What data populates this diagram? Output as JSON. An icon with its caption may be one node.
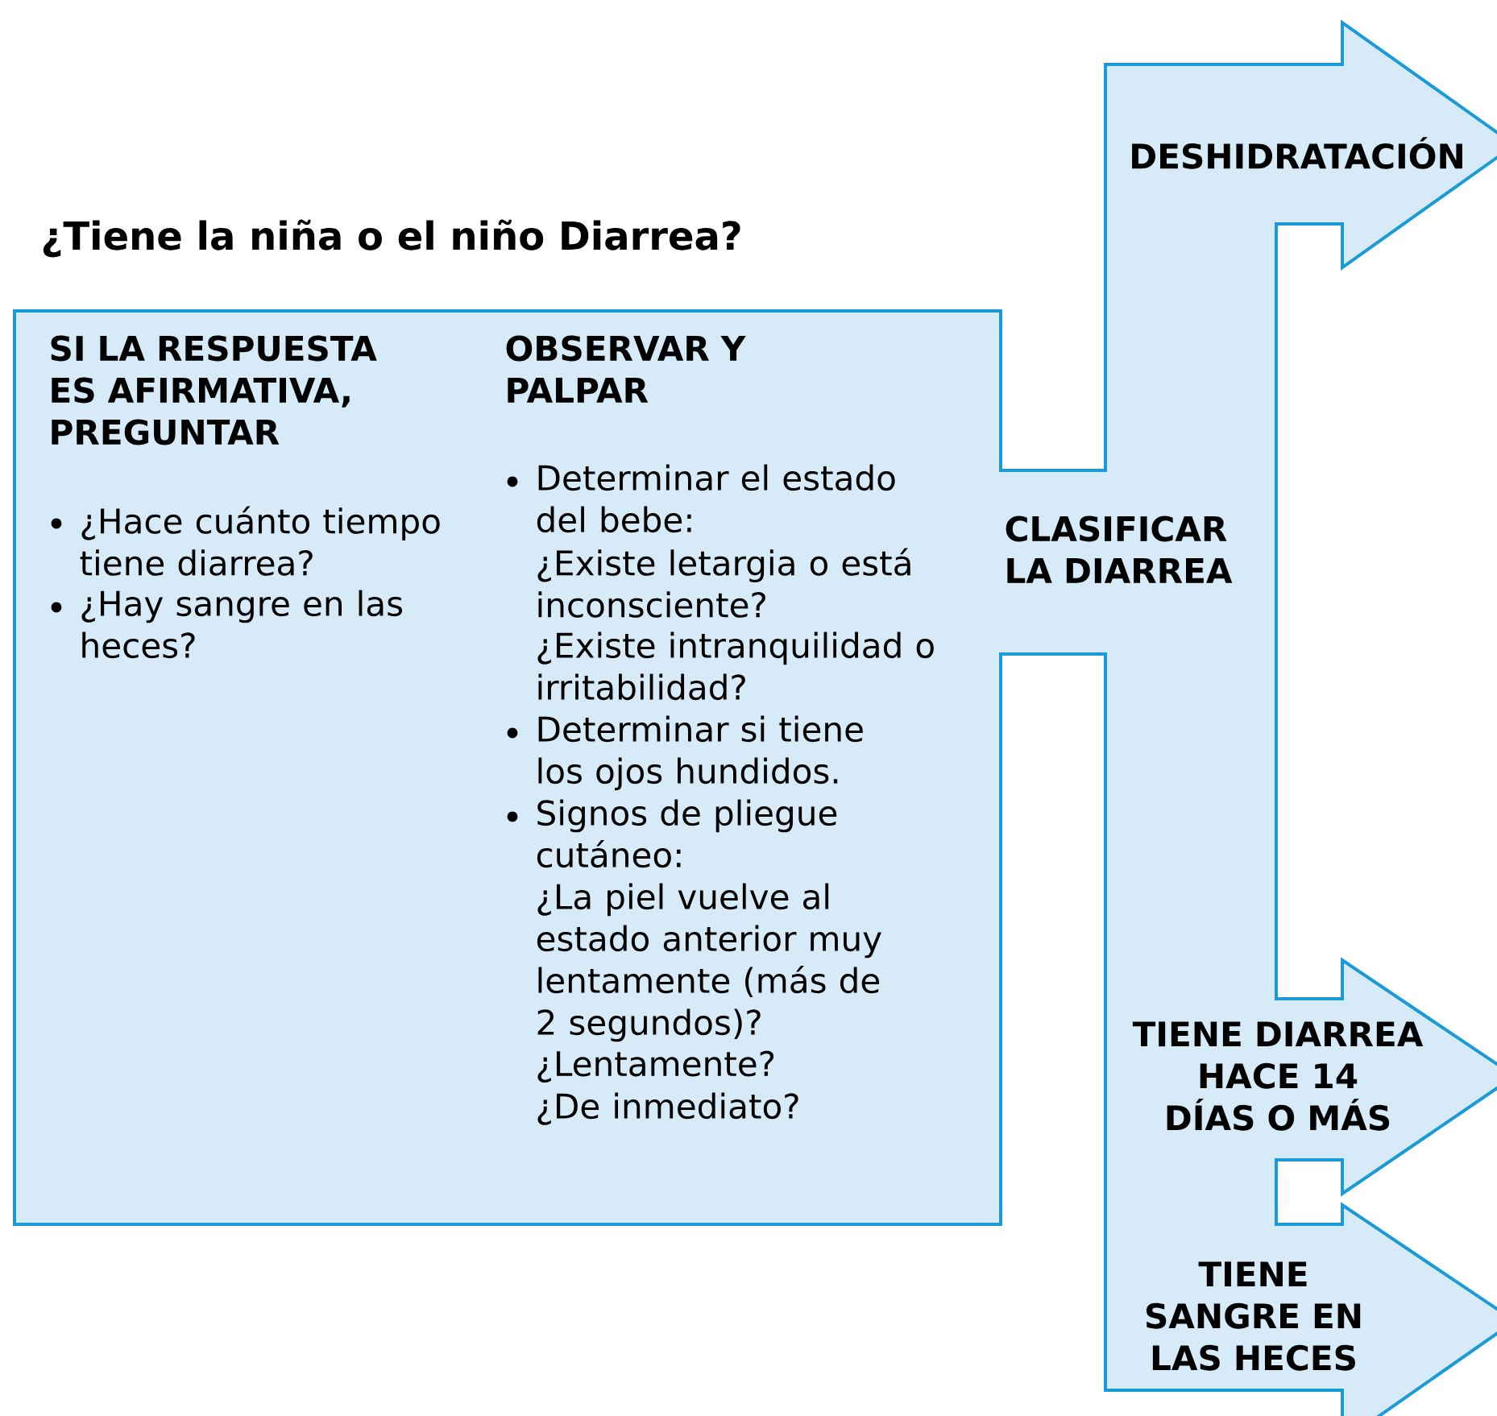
{
  "diagram": {
    "title": "¿Tiene la niña o el niño Diarrea?",
    "nodes": [
      {
        "text": [
          "SI LA RESPUESTA ES AFIRMATIVA, PREGUNTAR",
          "¿Hace cuánto tiempo tiene diarrea?",
          "¿Hay sangre en las heces?",
          "OBSERVAR Y PALPAR",
          "Determinar el estado del bebe:",
          "¿Existe letargia o está inconsciente?",
          "¿Existe intranquilidad o irritabilidad?",
          "Determinar si tiene los ojos hundidos.",
          "Signos de pliegue cutáneo:",
          "¿La piel vuelve al estado anterior muy lentamente (más de 2 segundos)?",
          "¿Lentamente?",
          "¿De inmediato?"
        ]
      },
      {
        "text": [
          "CLASIFICAR LA DIARREA"
        ]
      },
      {
        "text": [
          "DESHIDRATACIÓN"
        ]
      },
      {
        "text": [
          "TIENE DIARREA HACE 14 DÍAS O MÁS"
        ]
      },
      {
        "text": [
          "TIENE SANGRE EN LAS HECES"
        ]
      }
    ]
  }
}
